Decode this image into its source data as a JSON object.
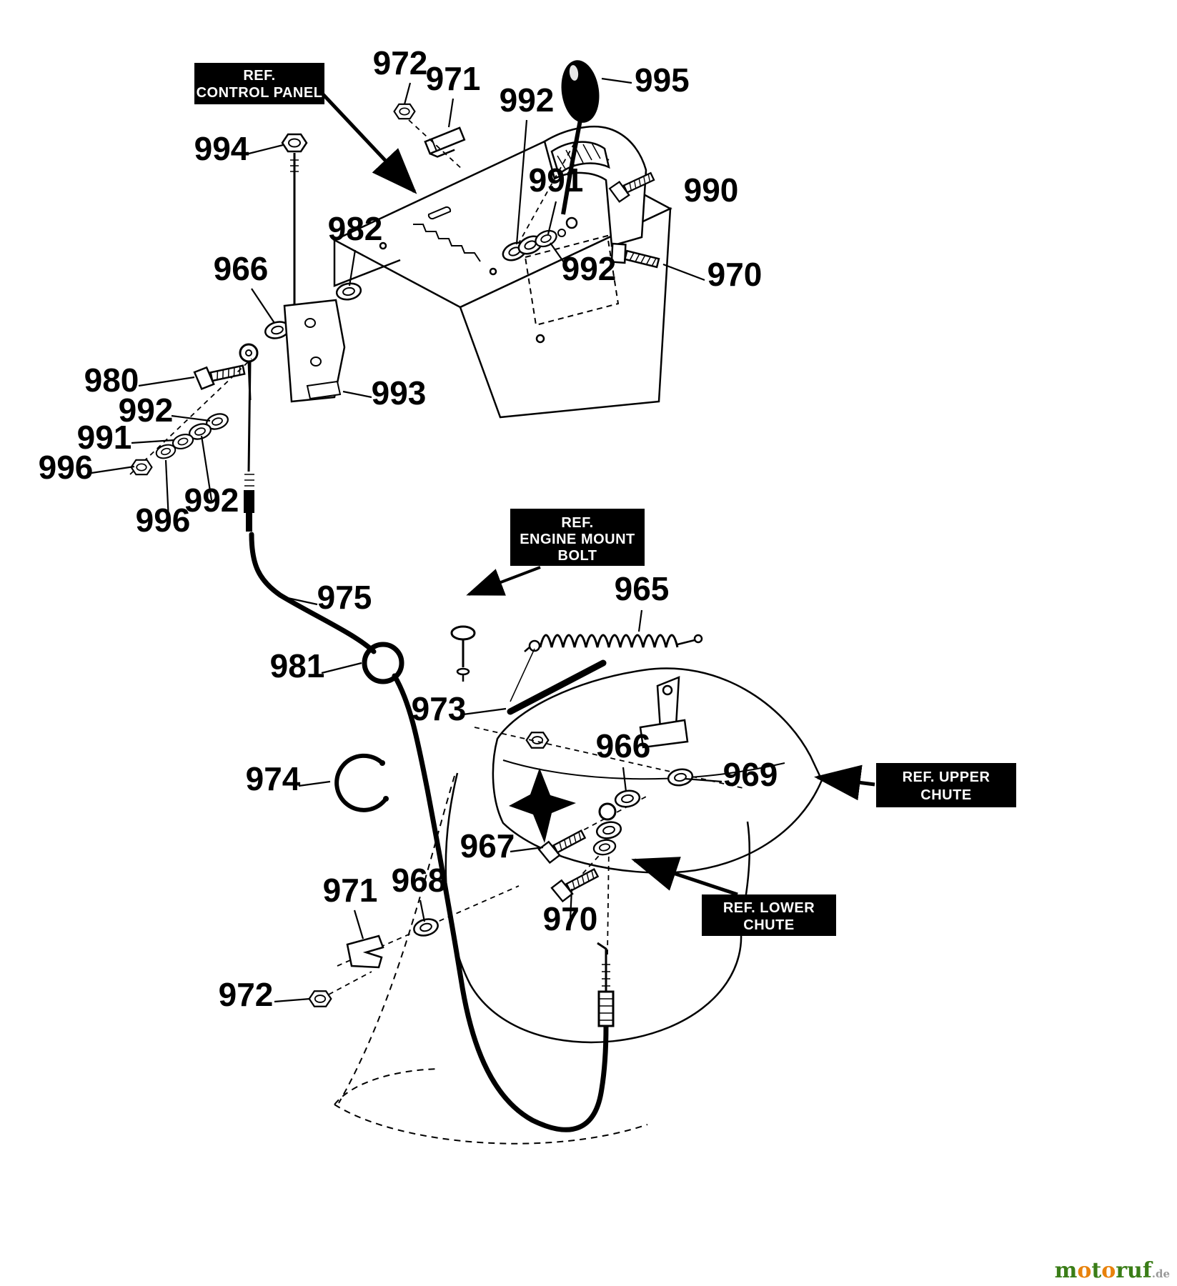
{
  "figure": {
    "title": "Chute control assembly exploded parts diagram"
  },
  "part_labels": [
    {
      "text": "972"
    },
    {
      "text": "971"
    },
    {
      "text": "992"
    },
    {
      "text": "995"
    },
    {
      "text": "994"
    },
    {
      "text": "991"
    },
    {
      "text": "990"
    },
    {
      "text": "982"
    },
    {
      "text": "966"
    },
    {
      "text": "992"
    },
    {
      "text": "970"
    },
    {
      "text": "980"
    },
    {
      "text": "992"
    },
    {
      "text": "991"
    },
    {
      "text": "996"
    },
    {
      "text": "992"
    },
    {
      "text": "996"
    },
    {
      "text": "993"
    },
    {
      "text": "975"
    },
    {
      "text": "965"
    },
    {
      "text": "981"
    },
    {
      "text": "973"
    },
    {
      "text": "966"
    },
    {
      "text": "969"
    },
    {
      "text": "974"
    },
    {
      "text": "967"
    },
    {
      "text": "968"
    },
    {
      "text": "971"
    },
    {
      "text": "970"
    },
    {
      "text": "972"
    }
  ],
  "ref_labels": {
    "control_panel": {
      "line1": "REF.",
      "line2": "CONTROL PANEL"
    },
    "engine_mount": {
      "line1": "REF.",
      "line2": "ENGINE MOUNT",
      "line3": "BOLT"
    },
    "upper_chute": {
      "line1": "REF. UPPER",
      "line2": "CHUTE"
    },
    "lower_chute": {
      "line1": "REF. LOWER",
      "line2": "CHUTE"
    }
  },
  "watermark": {
    "m": "m",
    "o1": "o",
    "t": "t",
    "o2": "o",
    "ruf": "ruf",
    "de": ".de"
  }
}
